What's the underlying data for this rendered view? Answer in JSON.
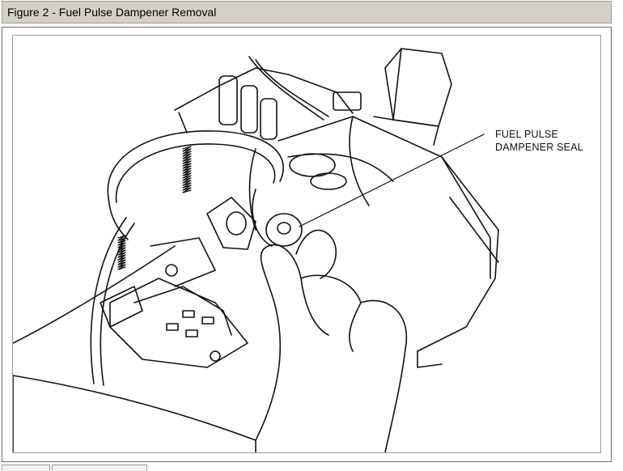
{
  "figure": {
    "title": "Figure 2 - Fuel Pulse Dampener Removal"
  },
  "callout": {
    "line1": "FUEL PULSE",
    "line2": "DAMPENER SEAL"
  }
}
